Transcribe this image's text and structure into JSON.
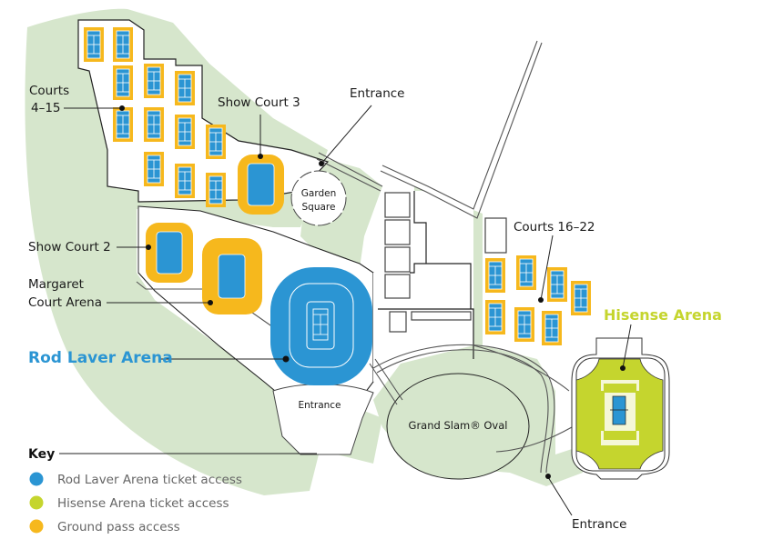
{
  "map": {
    "colors": {
      "grass": "#d6e6cc",
      "rod_laver_blue": "#2b95d3",
      "hisense_green": "#c5d52e",
      "ground_pass_yellow": "#f6b81d",
      "court_blue": "#2b95d3"
    },
    "labels": {
      "courts_4_15_line1": "Courts",
      "courts_4_15_line2": "4–15",
      "show_court_3": "Show Court 3",
      "entrance_north": "Entrance",
      "garden_square_line1": "Garden",
      "garden_square_line2": "Square",
      "show_court_2": "Show Court 2",
      "margaret_court_line1": "Margaret",
      "margaret_court_line2": "Court Arena",
      "rod_laver_arena": "Rod Laver Arena",
      "entrance_south": "Entrance",
      "grand_slam_oval": "Grand Slam® Oval",
      "courts_16_22": "Courts 16–22",
      "hisense_arena": "Hisense Arena",
      "entrance_east": "Entrance"
    }
  },
  "key": {
    "title": "Key",
    "items": [
      {
        "label": "Rod Laver Arena ticket access",
        "color": "#2b95d3"
      },
      {
        "label": "Hisense Arena ticket access",
        "color": "#c5d52e"
      },
      {
        "label": "Ground pass access",
        "color": "#f6b81d"
      }
    ]
  }
}
